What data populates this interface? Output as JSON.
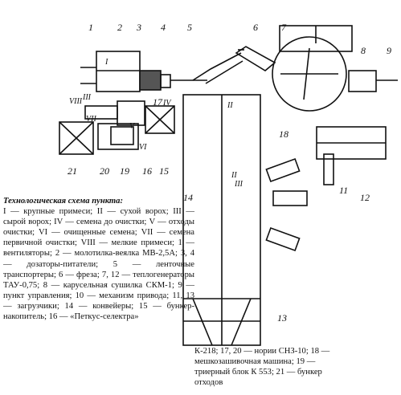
{
  "figure": {
    "numbers": {
      "n1": "1",
      "n2": "2",
      "n3": "3",
      "n4": "4",
      "n5": "5",
      "n6": "6",
      "n7": "7",
      "n8": "8",
      "n9": "9",
      "n11": "11",
      "n12": "12",
      "n13": "13",
      "n14": "14",
      "n15": "15",
      "n16": "16",
      "n17": "17",
      "n18": "18",
      "n19": "19",
      "n20": "20",
      "n21": "21"
    },
    "roman": {
      "r1": "I",
      "r2": "II",
      "r3": "III",
      "r4": "IV",
      "r5": "V",
      "r6": "VI",
      "r7": "VII",
      "r8": "VIII",
      "r2b": "II",
      "r3b": "III"
    }
  },
  "caption": {
    "title": "Технологическая схема пункта:",
    "body": "I — крупные примеси; II — сухой ворох; III — сырой ворох; IV — семена до очистки; V — отходы очистки; VI — очищенные семена; VII — семена первичной очистки; VIII — мелкие примеси; 1 — вентиляторы; 2 — молотилка-веялка МВ-2,5А; 3, 4 — дозаторы-питатели; 5 — ленточные транспортеры; 6 — фреза; 7, 12 — теплогенераторы ТАУ-0,75; 8 — карусельная сушилка СКМ-1; 9 — пункт управления; 10 — механизм привода; 11, 13 — загрузчики; 14 — конвейеры; 15 — бункер-накопитель; 16 — «Петкус-селектра»",
    "continuation": "К-218; 17, 20 — нории СНЗ-10; 18 — мешкозашивочная машина; 19 — триерный блок К 553; 21 — бункер отходов"
  }
}
